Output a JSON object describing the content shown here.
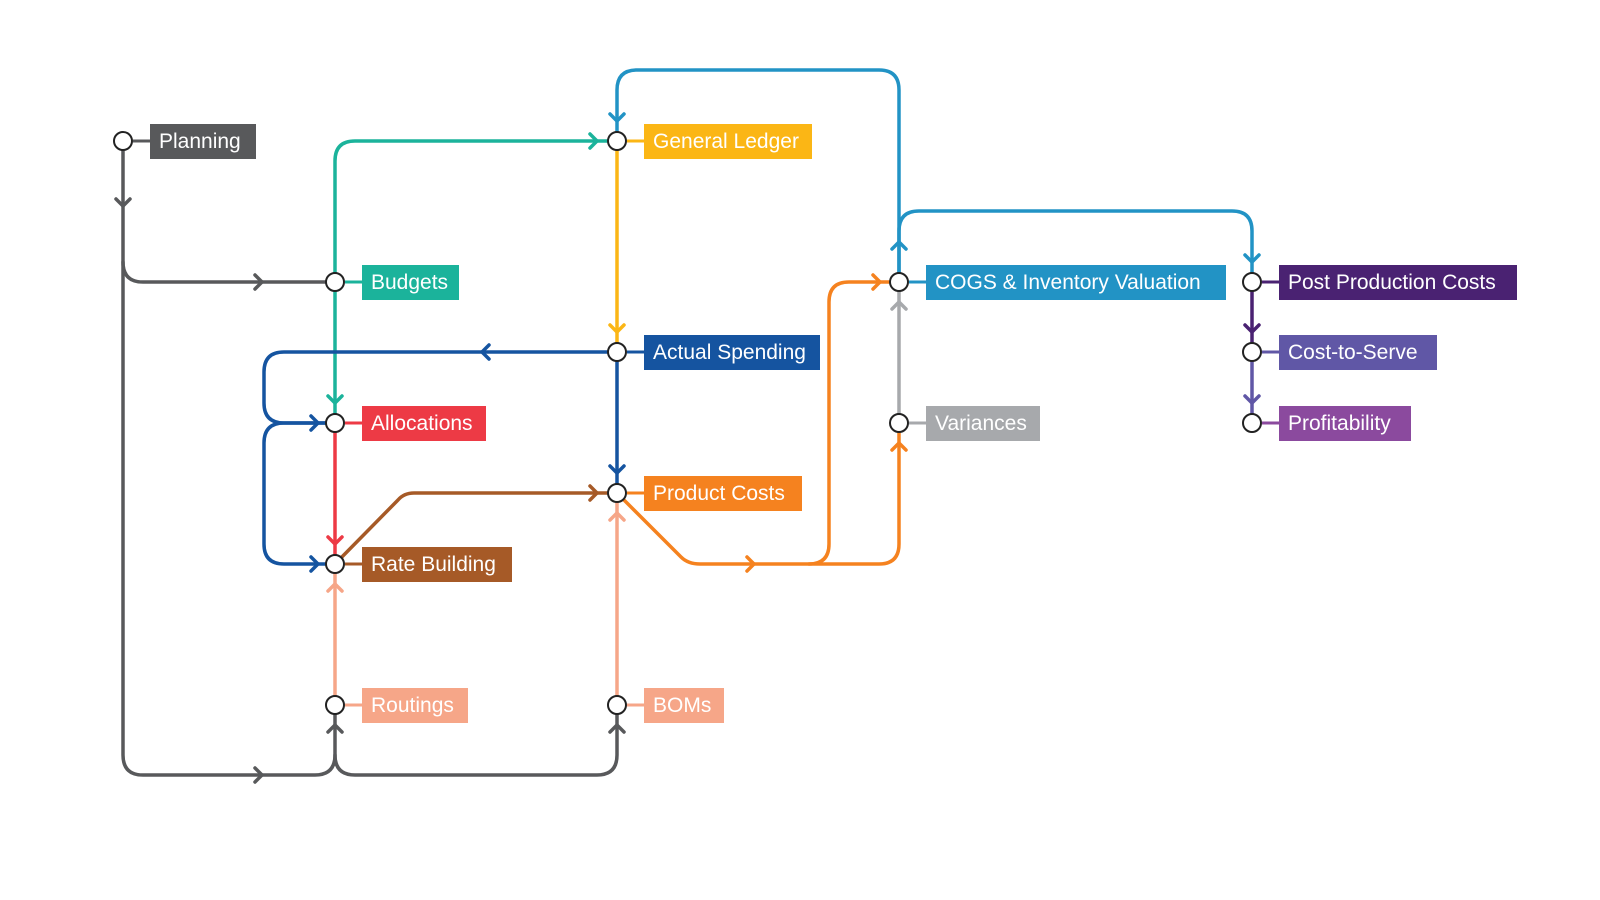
{
  "nodes": [
    {
      "id": "planning",
      "label": "Planning",
      "color": "#58595b"
    },
    {
      "id": "budgets",
      "label": "Budgets",
      "color": "#1bb39b"
    },
    {
      "id": "general_ledger",
      "label": "General Ledger",
      "color": "#fbb615"
    },
    {
      "id": "actual_spending",
      "label": "Actual Spending",
      "color": "#1554a0"
    },
    {
      "id": "allocations",
      "label": "Allocations",
      "color": "#ed3a45"
    },
    {
      "id": "product_costs",
      "label": "Product Costs",
      "color": "#f5821f"
    },
    {
      "id": "rate_building",
      "label": "Rate Building",
      "color": "#a65a27"
    },
    {
      "id": "routings",
      "label": "Routings",
      "color": "#f6a688"
    },
    {
      "id": "boms",
      "label": "BOMs",
      "color": "#f6a688"
    },
    {
      "id": "cogs",
      "label": "COGS & Inventory Valuation",
      "color": "#2293c5"
    },
    {
      "id": "variances",
      "label": "Variances",
      "color": "#a7a9ac"
    },
    {
      "id": "post_production_costs",
      "label": "Post Production Costs",
      "color": "#4a2272"
    },
    {
      "id": "cost_to_serve",
      "label": "Cost-to-Serve",
      "color": "#6057a6"
    },
    {
      "id": "profitability",
      "label": "Profitability",
      "color": "#8b4a9e"
    }
  ],
  "flows": [
    {
      "from": "planning",
      "to": "budgets",
      "color": "#58595b"
    },
    {
      "from": "planning",
      "to": "routings",
      "color": "#58595b"
    },
    {
      "from": "planning",
      "to": "boms",
      "color": "#58595b"
    },
    {
      "from": "budgets",
      "to": "general_ledger",
      "color": "#1bb39b"
    },
    {
      "from": "budgets",
      "to": "allocations",
      "color": "#1bb39b"
    },
    {
      "from": "general_ledger",
      "to": "actual_spending",
      "color": "#fbb615"
    },
    {
      "from": "actual_spending",
      "to": "allocations",
      "color": "#1554a0"
    },
    {
      "from": "actual_spending",
      "to": "rate_building",
      "color": "#1554a0"
    },
    {
      "from": "actual_spending",
      "to": "product_costs",
      "color": "#1554a0"
    },
    {
      "from": "allocations",
      "to": "rate_building",
      "color": "#ed3a45"
    },
    {
      "from": "rate_building",
      "to": "product_costs",
      "color": "#a65a27"
    },
    {
      "from": "routings",
      "to": "rate_building",
      "color": "#f6a688"
    },
    {
      "from": "boms",
      "to": "product_costs",
      "color": "#f6a688"
    },
    {
      "from": "product_costs",
      "to": "cogs",
      "color": "#f5821f"
    },
    {
      "from": "product_costs",
      "to": "variances",
      "color": "#f5821f"
    },
    {
      "from": "variances",
      "to": "cogs",
      "color": "#a7a9ac"
    },
    {
      "from": "cogs",
      "to": "general_ledger",
      "color": "#2293c5"
    },
    {
      "from": "cogs",
      "to": "post_production_costs",
      "color": "#2293c5"
    },
    {
      "from": "post_production_costs",
      "to": "cost_to_serve",
      "color": "#4a2272"
    },
    {
      "from": "cost_to_serve",
      "to": "profitability",
      "color": "#6057a6"
    }
  ]
}
